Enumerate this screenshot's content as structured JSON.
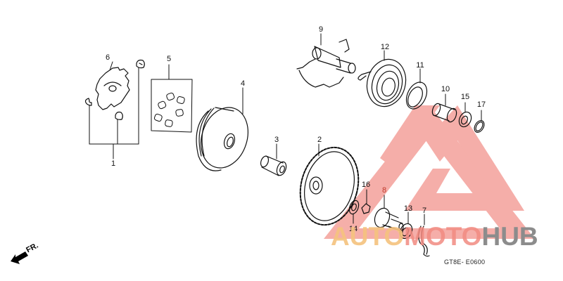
{
  "diagram": {
    "type": "exploded parts diagram",
    "code": "GT8E- E0600",
    "direction_marker": "FR.",
    "colors": {
      "line": "#111111",
      "watermark_triangle": "#f4a6a0",
      "watermark_auto": "#f5c37e",
      "watermark_moto": "#f28b82",
      "watermark_hub": "#8c8c8c",
      "highlight_callout": "#c0392b"
    },
    "callouts": [
      {
        "id": "1",
        "label": "1",
        "part": "slider set (bracket group)"
      },
      {
        "id": "2",
        "label": "2",
        "part": "gear with sprocket teeth"
      },
      {
        "id": "3",
        "label": "3",
        "part": "collar / bushing"
      },
      {
        "id": "4",
        "label": "4",
        "part": "pulley face / drive plate"
      },
      {
        "id": "5",
        "label": "5",
        "part": "roller weight set"
      },
      {
        "id": "6",
        "label": "6",
        "part": "ramp plate"
      },
      {
        "id": "7",
        "label": "7",
        "part": "spring clip"
      },
      {
        "id": "8",
        "label": "8",
        "part": "pinion / drive gear"
      },
      {
        "id": "9",
        "label": "9",
        "part": "kick starter spindle with segment gear"
      },
      {
        "id": "10",
        "label": "10",
        "part": "bushing"
      },
      {
        "id": "11",
        "label": "11",
        "part": "washer / seal"
      },
      {
        "id": "12",
        "label": "12",
        "part": "return spring"
      },
      {
        "id": "13",
        "label": "13",
        "part": "washer"
      },
      {
        "id": "14",
        "label": "14",
        "part": "washer"
      },
      {
        "id": "15",
        "label": "15",
        "part": "washer"
      },
      {
        "id": "16",
        "label": "16",
        "part": "collar"
      },
      {
        "id": "17",
        "label": "17",
        "part": "circlip"
      }
    ]
  },
  "watermark": {
    "word_1": "AUTO",
    "word_2": "MOTO",
    "word_3": "HUB"
  }
}
